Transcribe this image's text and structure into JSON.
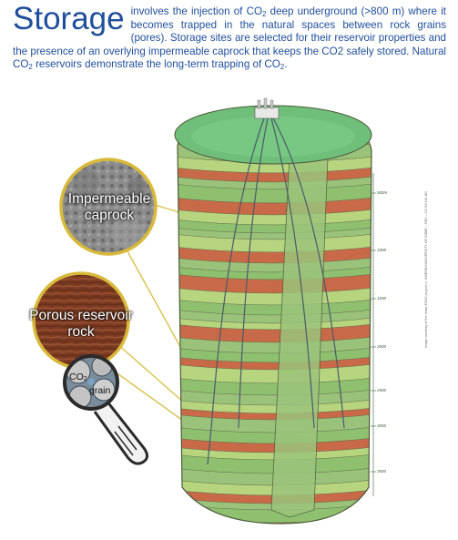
{
  "header": {
    "title": "Storage",
    "line1": "involves the injection of CO",
    "line2": " deep underground (>800 m) where it becomes trapped in the natural spaces between rock grains (pores). Storage sites are selected for their reservoir properties and the presence of an overlying impermeable caprock that keeps the CO2 safely stored. Natural CO",
    "line3": " reservoirs demonstrate the long-term trapping of CO",
    "line4": ".",
    "sub2": "2"
  },
  "labels": {
    "caprock": "Impermeable caprock",
    "reservoir": "Porous reservoir rock",
    "co2": "CO",
    "co2_sub": "2",
    "grain": "grain"
  },
  "depth_scale": [
    "500m",
    "1000",
    "1500",
    "2000",
    "2500",
    "3000",
    "3500"
  ],
  "credit": "Image courtesy of the Isaac ESNS project © SWEREA/UNIVERSITY OF SOME – GEH – CC BY-NC-ND",
  "colors": {
    "title_blue": "#1f4e9c",
    "circle_border": "#d9b93a",
    "caprock_gray": "#8a8a8a",
    "reservoir_brown": "#7a3a22",
    "column_green": "#8fc070",
    "column_brick": "#c86a48"
  }
}
